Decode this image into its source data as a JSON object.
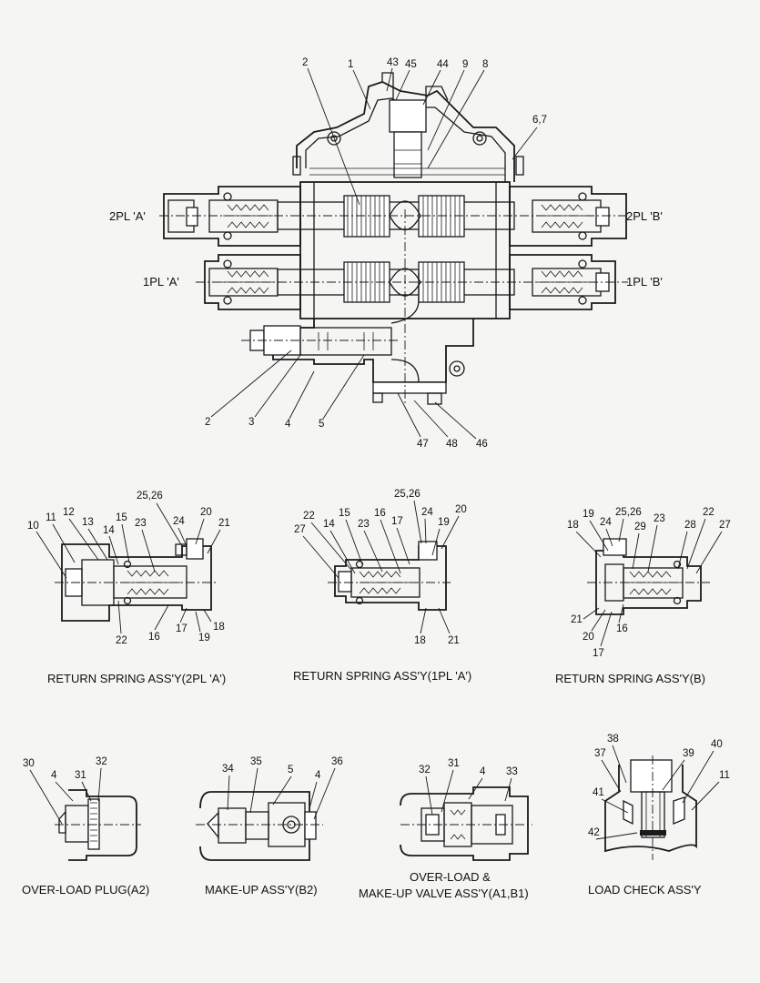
{
  "ports": {
    "pl2_a": "2PL 'A'",
    "pl2_b": "2PL 'B'",
    "pl1_a": "1PL 'A'",
    "pl1_b": "1PL 'B'"
  },
  "main_callouts": [
    "2",
    "1",
    "43",
    "45",
    "44",
    "9",
    "8",
    "6,7",
    "2",
    "3",
    "4",
    "5",
    "47",
    "48",
    "46"
  ],
  "return_spring_2pl_a": {
    "caption": "RETURN SPRING ASS'Y(2PL 'A')",
    "callouts": [
      "10",
      "11",
      "12",
      "13",
      "14",
      "15",
      "23",
      "25,26",
      "24",
      "20",
      "21",
      "22",
      "16",
      "17",
      "19",
      "18"
    ]
  },
  "return_spring_1pl_a": {
    "caption": "RETURN SPRING ASS'Y(1PL 'A')",
    "callouts": [
      "25,26",
      "22",
      "15",
      "16",
      "24",
      "20",
      "27",
      "14",
      "23",
      "17",
      "19",
      "18",
      "21"
    ]
  },
  "return_spring_b": {
    "caption": "RETURN SPRING ASS'Y(B)",
    "callouts": [
      "19",
      "25,26",
      "22",
      "18",
      "24",
      "29",
      "23",
      "28",
      "27",
      "21",
      "20",
      "16",
      "17"
    ]
  },
  "over_load_plug": {
    "caption": "OVER-LOAD PLUG(A2)",
    "callouts": [
      "30",
      "32",
      "4",
      "31"
    ]
  },
  "make_up": {
    "caption": "MAKE-UP ASS'Y(B2)",
    "callouts": [
      "34",
      "35",
      "5",
      "4",
      "36"
    ]
  },
  "over_load_make_up": {
    "caption_line1": "OVER-LOAD &",
    "caption_line2": "MAKE-UP VALVE ASS'Y(A1,B1)",
    "callouts": [
      "32",
      "31",
      "4",
      "33"
    ]
  },
  "load_check": {
    "caption": "LOAD CHECK ASS'Y",
    "callouts": [
      "38",
      "37",
      "39",
      "40",
      "11",
      "41",
      "42"
    ]
  }
}
